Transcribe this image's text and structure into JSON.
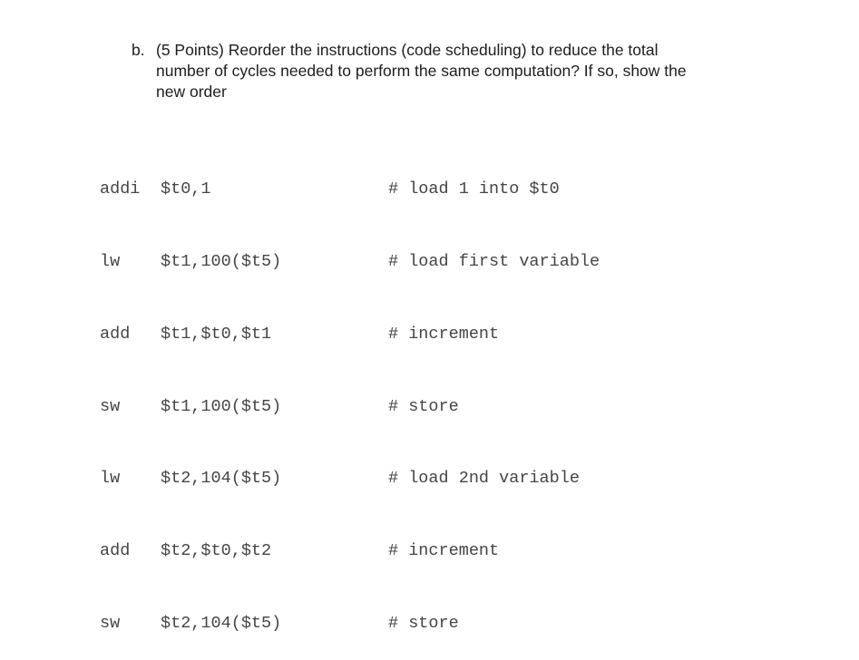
{
  "question": {
    "label": "b.",
    "lines": [
      "(5 Points) Reorder the instructions (code scheduling) to reduce the total",
      "number of cycles needed to perform the same computation? If so, show the",
      "new order"
    ]
  },
  "code": {
    "lines": [
      {
        "mnemonic": "addi",
        "operands": "$t0,1",
        "comment": "# load 1 into $t0"
      },
      {
        "mnemonic": "lw",
        "operands": "$t1,100($t5)",
        "comment": "# load first variable"
      },
      {
        "mnemonic": "add",
        "operands": "$t1,$t0,$t1",
        "comment": "# increment"
      },
      {
        "mnemonic": "sw",
        "operands": "$t1,100($t5)",
        "comment": "# store"
      },
      {
        "mnemonic": "lw",
        "operands": "$t2,104($t5)",
        "comment": "# load 2nd variable"
      },
      {
        "mnemonic": "add",
        "operands": "$t2,$t0,$t2",
        "comment": "# increment"
      },
      {
        "mnemonic": "sw",
        "operands": "$t2,104($t5)",
        "comment": "# store"
      }
    ]
  }
}
